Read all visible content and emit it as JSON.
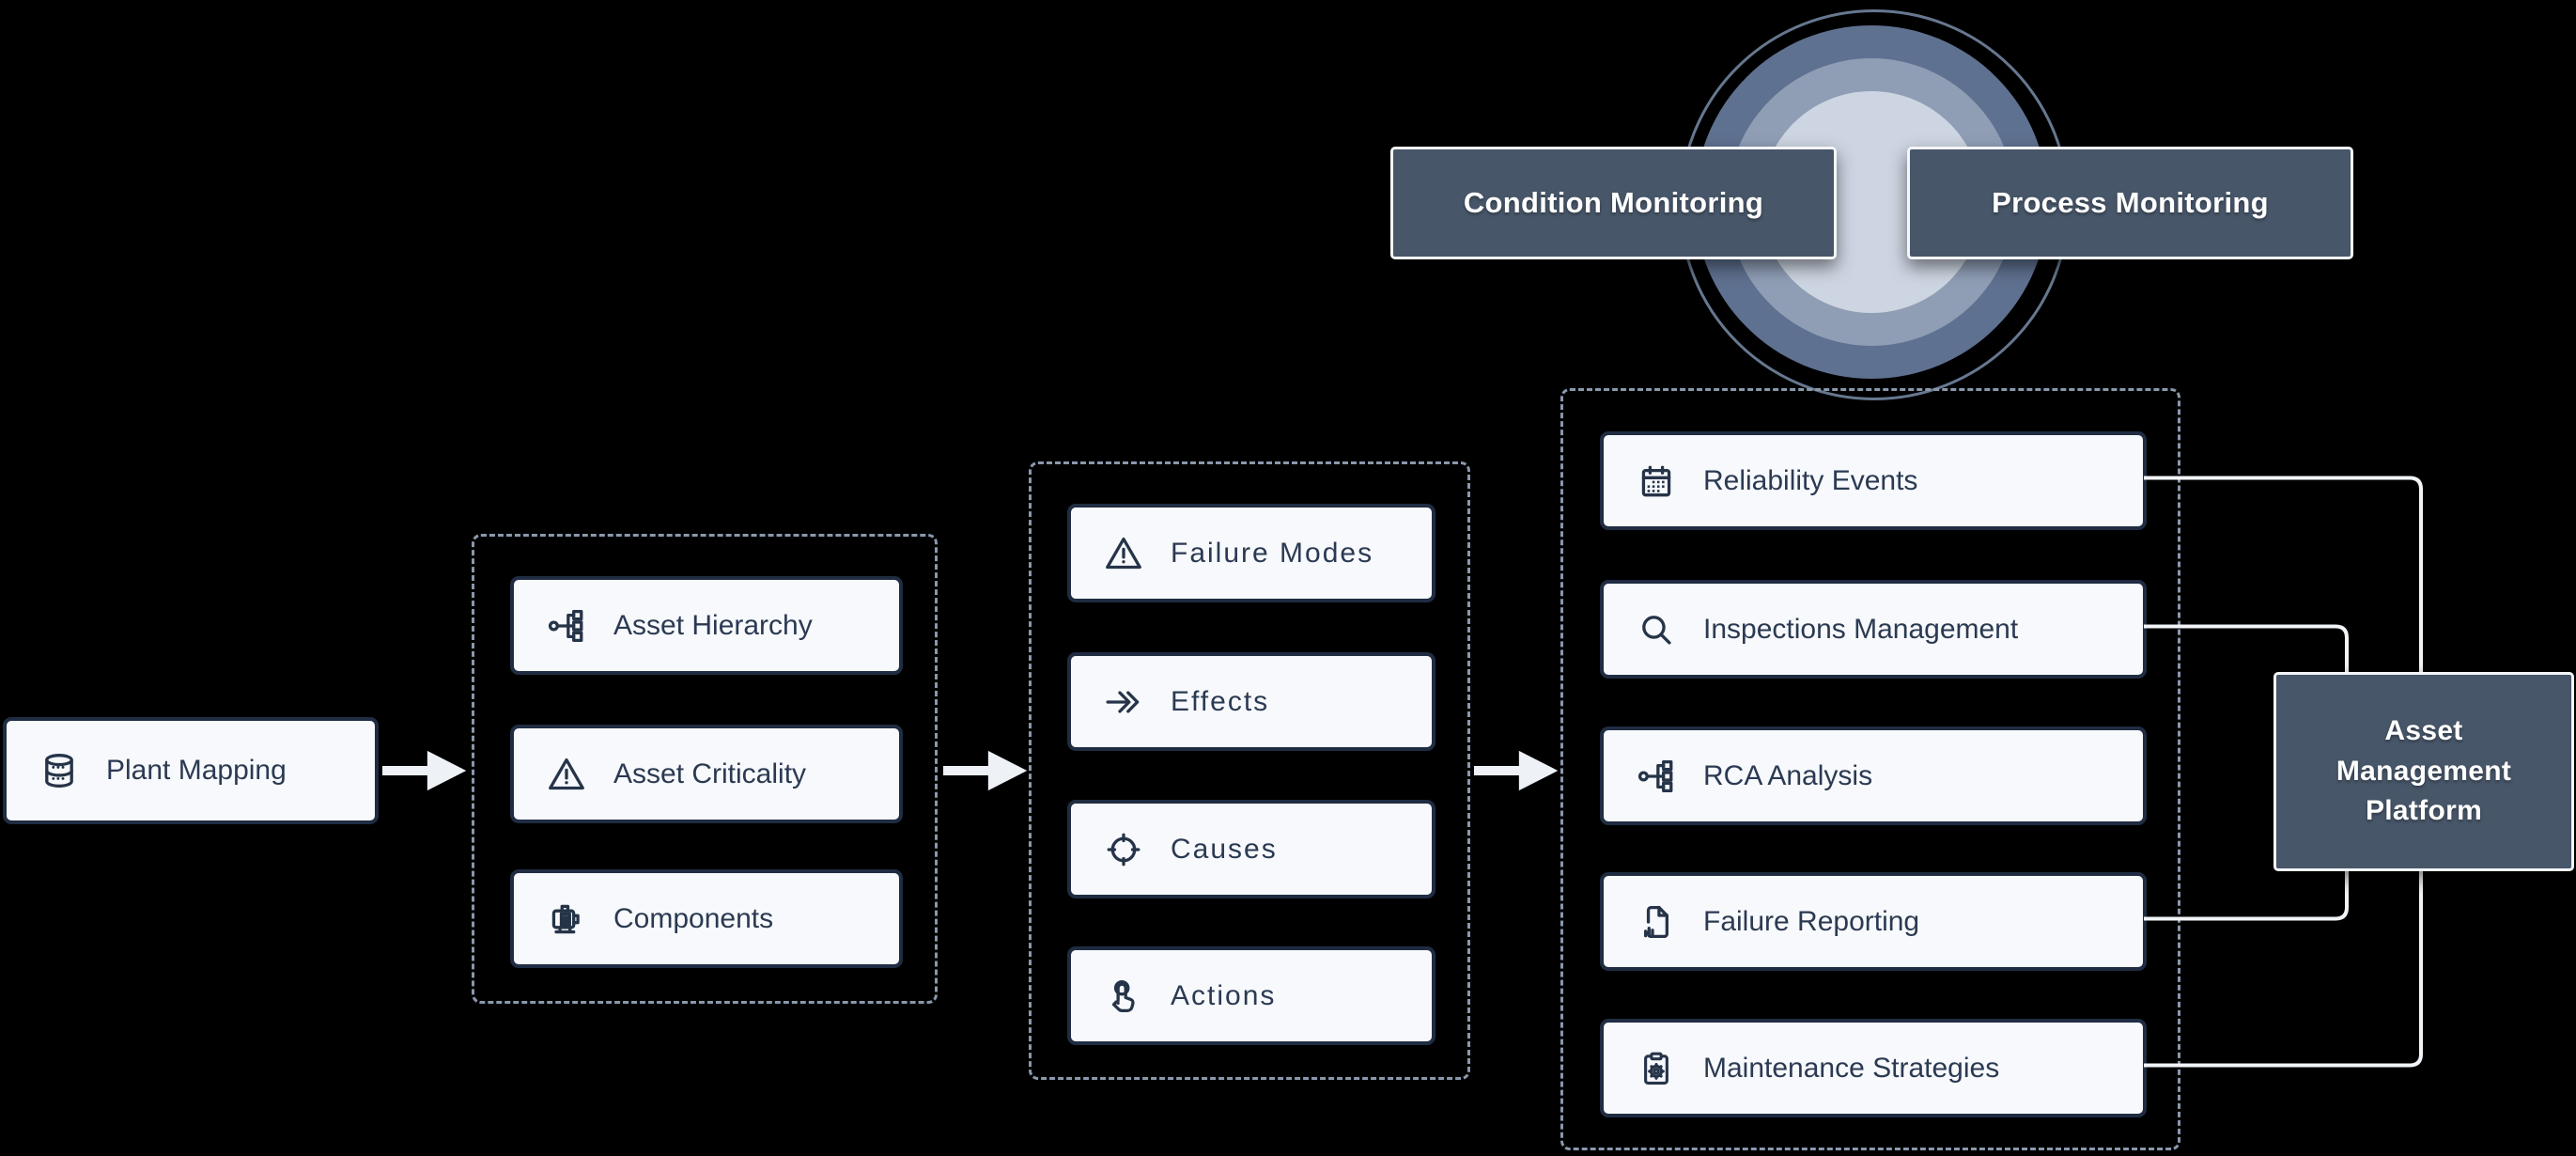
{
  "colors": {
    "background": "#000000",
    "node_fill": "#f7f9fc",
    "node_border": "#1f2c42",
    "node_text": "#2b3a52",
    "dark_node_fill": "#475669",
    "dark_node_border": "#f4f6f9",
    "dark_node_text": "#ffffff",
    "dashed_border": "#8a98ac",
    "connector_line": "#f2f5f8",
    "arrow": "#eef2f7",
    "ring_outline": "#66788f",
    "ring_outer": "#5f7190",
    "ring_middle": "#8f9eb5",
    "ring_inner": "#cdd5e2"
  },
  "start": {
    "label": "Plant Mapping",
    "icon": "database-icon"
  },
  "asset_group": {
    "items": [
      {
        "label": "Asset Hierarchy",
        "icon": "hierarchy-icon"
      },
      {
        "label": "Asset Criticality",
        "icon": "warning-icon"
      },
      {
        "label": "Components",
        "icon": "motor-icon"
      }
    ]
  },
  "fmea_group": {
    "items": [
      {
        "label": "Failure Modes",
        "icon": "warning-icon"
      },
      {
        "label": "Effects",
        "icon": "double-arrow-icon"
      },
      {
        "label": "Causes",
        "icon": "target-icon"
      },
      {
        "label": "Actions",
        "icon": "tap-icon"
      }
    ]
  },
  "reliability_group": {
    "items": [
      {
        "label": "Reliability Events",
        "icon": "calendar-icon"
      },
      {
        "label": "Inspections Management",
        "icon": "search-icon"
      },
      {
        "label": "RCA Analysis",
        "icon": "hierarchy-icon"
      },
      {
        "label": "Failure Reporting",
        "icon": "report-icon"
      },
      {
        "label": "Maintenance Strategies",
        "icon": "clipboard-gear-icon"
      }
    ]
  },
  "monitoring": {
    "condition_label": "Condition Monitoring",
    "process_label": "Process Monitoring"
  },
  "platform": {
    "label": "Asset Management Platform"
  }
}
